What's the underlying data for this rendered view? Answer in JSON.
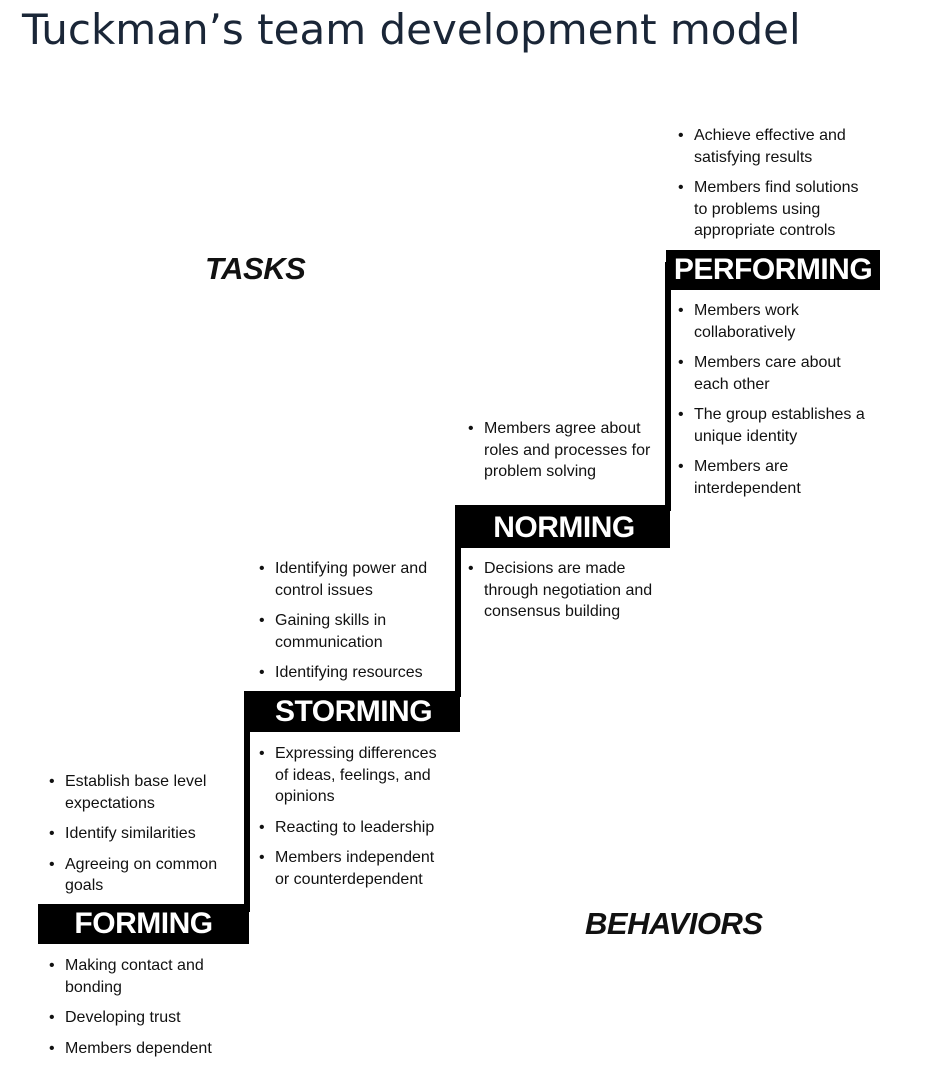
{
  "title": "Tuckman’s team development model",
  "axis_labels": {
    "tasks": "TASKS",
    "behaviors": "BEHAVIORS"
  },
  "stages": {
    "forming": {
      "label": "FORMING",
      "tasks": [
        "Establish base level expectations",
        "Identify similarities",
        "Agreeing on common goals"
      ],
      "behaviors": [
        "Making contact and bonding",
        "Developing trust",
        "Members dependent"
      ]
    },
    "storming": {
      "label": "STORMING",
      "tasks": [
        "Identifying power and control issues",
        "Gaining skills in communication",
        "Identifying resources"
      ],
      "behaviors": [
        "Expressing differences of ideas, feelings, and opinions",
        "Reacting to leadership",
        "Members independent or counterdependent"
      ]
    },
    "norming": {
      "label": "NORMING",
      "tasks": [
        "Members agree about roles and processes for problem solving"
      ],
      "behaviors": [
        "Decisions are made through negotiation and consensus building"
      ]
    },
    "performing": {
      "label": "PERFORMING",
      "tasks": [
        "Achieve effective and satisfying results",
        "Members find solutions to problems using appropriate controls"
      ],
      "behaviors": [
        "Members work collaboratively",
        "Members care about each other",
        "The group establishes a unique identity",
        "Members are interdependent"
      ]
    }
  }
}
